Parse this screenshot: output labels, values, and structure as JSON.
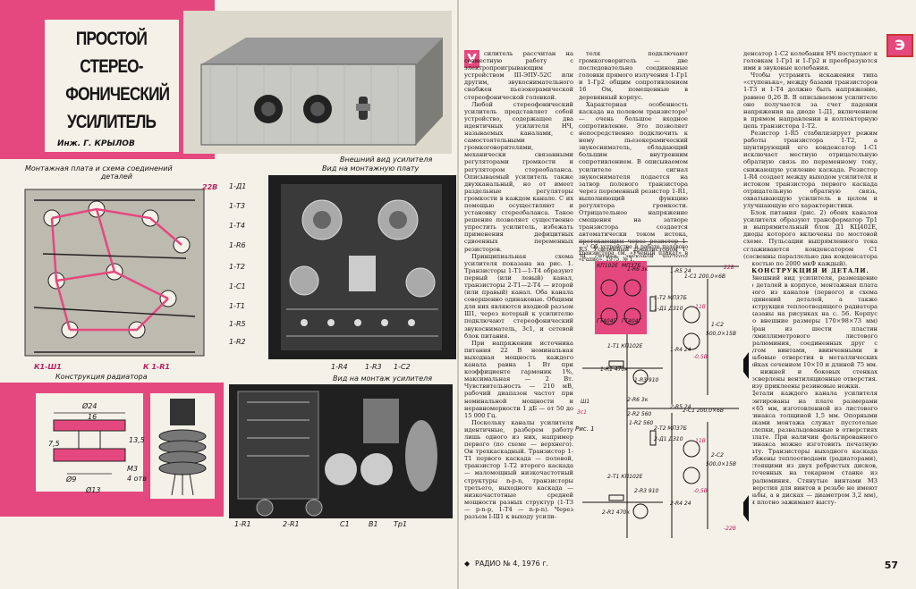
{
  "article": {
    "title_lines": [
      "ПРОСТОЙ",
      "СТЕРЕО-",
      "ФОНИЧЕСКИЙ",
      "УСИЛИТЕЛЬ"
    ],
    "author": "Инж. Г. КРЫЛОВ"
  },
  "captions": {
    "external_view": "Внешний вид усилителя",
    "board_layout_line1": "Монтажная плата и схема соединений",
    "board_layout_line2": "деталей",
    "mounting_board": "Вид на монтажную плату",
    "radiator": "Конструкция радиатора",
    "mounting_amp": "Вид на монтаж усилителя",
    "fig": "Рис. 1"
  },
  "labels": {
    "ref_top": [
      "1-Д1",
      "1-Т3",
      "1-Т4",
      "1-R6",
      "1-Т2",
      "1-С1",
      "1-Т1",
      "1-R5",
      "1-R2"
    ],
    "ref_bottom": [
      "1-R4",
      "1-R3",
      "1-С2"
    ],
    "board_corner": "22В",
    "board_left": "К1-Ш1",
    "board_right": "К 1-R1",
    "bottom_photo": [
      "1-R1",
      "2-R1",
      "С1",
      "В1",
      "Тр1"
    ],
    "radiator_dims": [
      "Ø24",
      "16",
      "Ø9",
      "Ø13",
      "М3",
      "4 отв",
      "7,5",
      "13,5"
    ]
  },
  "schematic": {
    "cap_labels": [
      "1-С2",
      "500,0×15В",
      "2-С2",
      "500,0×15В"
    ],
    "pink_labels": [
      "КП102Е",
      "МП37Б",
      "ГТ404Г",
      "ГТ404Г"
    ],
    "parts": [
      "1-R1 470к",
      "1-R2 560",
      "1-R3 910",
      "1-R4 24",
      "1-R5 24",
      "1-R6 3к",
      "1-Т1 КП102Е",
      "1-Т2 МП37Б",
      "1-Д1 Д310",
      "1-С1 200,0×6В",
      "2-R1 470к",
      "2-R2 560",
      "2-R3 910",
      "2-R4 24",
      "2-R5 24",
      "2-R6 3к",
      "2-Т1 КП102Е",
      "2-Т2 МП37Б",
      "2-Д1 Д310",
      "2-С1 200,0×6В",
      "Ш1",
      "Зс1",
      "22В"
    ],
    "voltages": [
      "-11В",
      "-0,5В",
      "-11В",
      "-0,5В",
      "-22В"
    ]
  },
  "columns": {
    "c1": [
      "силитель рассчитан на совместную работу с электропроигрывающим устройством III-ЭПУ-52С или другим, звукоснимательного снабжен пьезокерамической стереофонической головкой.",
      "Любой стереофонический усилитель представляет собой устройство, содержащее два идентичных усилителя НЧ, называемых каналами, с самостоятельными громкоговорителями, механически связанными регуляторами громкости и регулятором стереобаланса. Описываемый усилитель также двухканальный, но от имеет раздельные регуляторы громкости в каждом канале. С их помощью осуществляют и установку стереобаланса. Такое решение позволяет существенно упростить усилитель, избежать применения дефицитных сдвоенных переменных резисторов.",
      "Принципиальная схема усилителя показана на рис. 1. Транзисторы 1-Т1—1-Т4 образуют первый (или левый) канал, транзисторы 2-Т1—2-Т4 — второй (или правый) канал. Оба канала совершенно одинаковые. Общими для них являются входной разъем Ш1, через который к усилителю подключают стереофонический звукосниматель, 3с1, и сетевой блок питания.",
      "При напряжении источника питания 22 В номинальная выходная мощность каждого канала равна 1 Вт при коэффициенте гармоник 1%, максимальная — 2 Вт. Чувствительность — 210 мВ, рабочий диапазон частот при номинальной мощности и неравномерности 1 дБ — от 50 до 15 000 Гц.",
      "Поскольку каналы усилителя идентичные, разберем работу лишь одного из них, например первого (по схеме — верхнего). Он трехкаскадный. Транзистор 1-Т1 первого каскада — полевой, транзистор 1-Т2 второго каскада — маломощный низкочастотный структуры n-p-n, транзисторы третьего, выходного каскада — низкочастотные средней мощности разных структур (1-Т3 — p-n-p, 1-Т4 — n-p-n). Через разъем I-Ш1 к выходу усили-"
    ],
    "c2": [
      "теля подключают громкоговоритель — две последовательно соединенные головки прямого излучения 1-Гр1 и 1-Гр2 общим сопротивлением 16 Ом, помещенные в деревянный корпус.",
      "Характерная особенность каскада на полевом транзисторе¹ — очень большое входное сопротивление. Это позволяет непосредственно подключить к нему пьезокерамический звукосниматель, обладающий большим внутренним сопротивлением. В описываемом усилителе сигнал звукоснимателя подается на затвор полевого транзистора через переменный резистор 1-R1, выполняющий функцию регулятора громкости. Отрицательное напряжение смещения на затворе транзистора создается автоматически током истока, протекающим через резистор 1-R3. Усиленный транзистором 1-Т1 сигнал звуковой частоты подается непосредственно на базы транзисторов 1-Т3 и 1-Т4, работающих в двухтактном усилителе мощности. Через электролитический конден-",
      "¹ Об устройстве и работе полевого транзистора см. «Ученый плакат» в «Радио», 1975, № 1."
    ],
    "c3": [
      "денсатор 1-С2 колебания НЧ поступают к головкам 1-Гр1 и 1-Гр2 и преобразуются ими в звуковые колебания.",
      "Чтобы устранить искажения типа «ступенька», между базами транзисторов 1-Т3 и 1-Т4 должно быть напряжение, равное 0,26 В. В описываемом усилителе оно получается за счет падения напряжения на диоде 1-Д1, включенном в прямом направлении в коллекторную цепь транзистора 1-Т2.",
      "Резистор 1-R5 стабилизирует режим работы транзистора 1-Т2, а шунтирующий его конденсатор 1-С1 исключает местную отрицательную обратную связь по переменному току, снижающую усиление каскада. Резистор 1-R4 создает между выходом усилителя и истоком транзистора первого каскада отрицательную обратную связь, охватывающую усилитель в целом и улучшающую его характеристики.",
      "Блок питания (рис. 2) обоих каналов усилителя образуют трансформатор Тр1 и выпрямительный блок Д1 КЦ402Е, диоды которого включены по мостовой схеме. Пульсации выпрямленного тока сглаживаются конденсатором С1 (сосвенны параллельно два конденсатора емкостью по 2000 мкФ каждый).",
      "КОНСТРУКЦИЯ И ДЕТАЛИ.",
      "Внешний вид усилителя, размещение его деталей в корпусе, монтажная плата одного из каналов (первого) и схема соединений деталей, а также конструкция теплоотводящего радиатора показаны на рисунках на с. 56. Корпус (его внешние размеры 170×98×73 мм) собран из шести пластин двухмиллиметрового листового дюралюминия, соединенных друг с другом винтами, ввинченными в резьбовые отверстия в металлических стойках сечением 10×10 и длиной 75 мм. В нижней и боковых стенках просверлены вентиляционные отверстия. Снизу приклеены резиновые ножки.",
      "Детали каждого канала усилителя смонтированы на плате размерами 75×65 мм, изготовленной из листового гетинакса толщиной 1,5 мм. Опорными точками монтажа служат пустотелые заклепки, развальцованные в отверстиях в плате. При наличии фольгированного гетинакса можно изготовить печатную плату. Транзисторы выходного каскада снабжены теплоотводами (радиаторами), состоящими из двух ребристых дисков, выточенных на токарном станке из дюралюминия. Стянутые винтами М3 (отверстия для винтов в резьбе не имеют резьбы, а в дисках — диаметром 3,2 мм), они плотно зажимают высту-"
    ]
  },
  "footer": {
    "left": "РАДИО № 4, 1976 г.",
    "page": "57"
  },
  "logo_letter": "Э",
  "drop_cap": "У"
}
